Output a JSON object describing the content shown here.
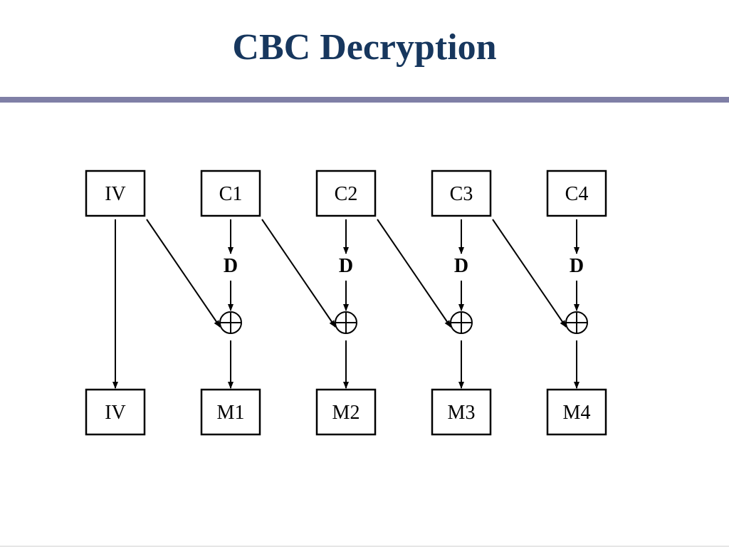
{
  "title": "CBC Decryption",
  "colors": {
    "title": "#17375E",
    "rule": "#7F7FA6",
    "stroke": "#000000"
  },
  "diagram": {
    "top_row": [
      "IV",
      "C1",
      "C2",
      "C3",
      "C4"
    ],
    "bottom_row": [
      "IV",
      "M1",
      "M2",
      "M3",
      "M4"
    ],
    "decrypt_label": "D",
    "xor_symbol": "xor-circle-plus"
  }
}
